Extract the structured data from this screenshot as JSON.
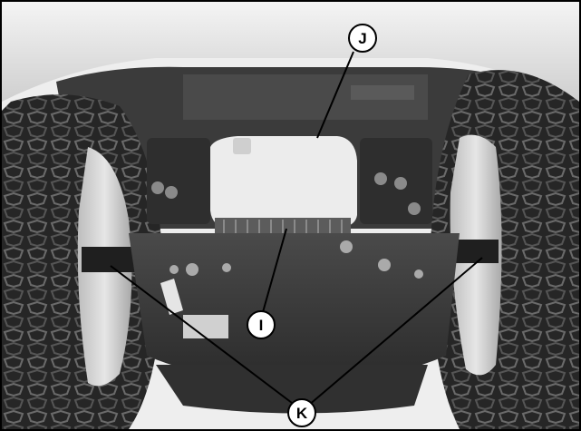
{
  "figure": {
    "description_hidden": "",
    "callouts": [
      {
        "id": "J",
        "label": "J"
      },
      {
        "id": "I",
        "label": "I"
      },
      {
        "id": "K",
        "label": "K"
      }
    ],
    "colors": {
      "background": "#ffffff",
      "border": "#000000",
      "tire": "#2a2a2a",
      "rim": "#d9d9d9",
      "chassis": "#3a3a3a",
      "housing": "#e9e9e9",
      "part_light": "#f2f2f2"
    }
  }
}
